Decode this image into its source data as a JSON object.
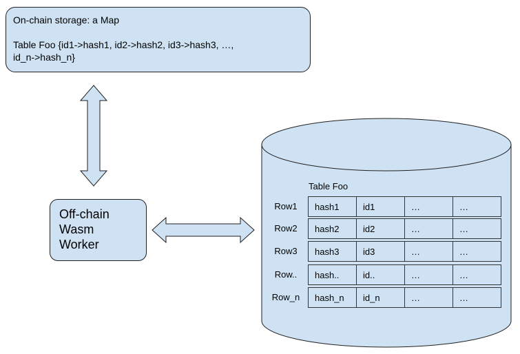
{
  "onchain": {
    "title": "On-chain storage: a Map",
    "line1": "Table Foo {id1->hash1, id2->hash2, id3->hash3, …,",
    "line2": "id_n->hash_n}"
  },
  "worker": {
    "line1": "Off-chain",
    "line2": "Wasm",
    "line3": "Worker"
  },
  "table": {
    "title": "Table Foo",
    "rows": [
      {
        "label": "Row1",
        "cells": [
          "hash1",
          "id1",
          "…",
          "…"
        ]
      },
      {
        "label": "Row2",
        "cells": [
          "hash2",
          "id2",
          "…",
          "…"
        ]
      },
      {
        "label": "Row3",
        "cells": [
          "hash3",
          "id3",
          "…",
          "…"
        ]
      },
      {
        "label": "Row..",
        "cells": [
          "hash..",
          "id..",
          "…",
          "…"
        ]
      },
      {
        "label": "Row_n",
        "cells": [
          "hash_n",
          "id_n",
          "…",
          "…"
        ]
      }
    ]
  },
  "colors": {
    "fill": "#cfe2f3",
    "stroke": "#1f1f1f"
  }
}
